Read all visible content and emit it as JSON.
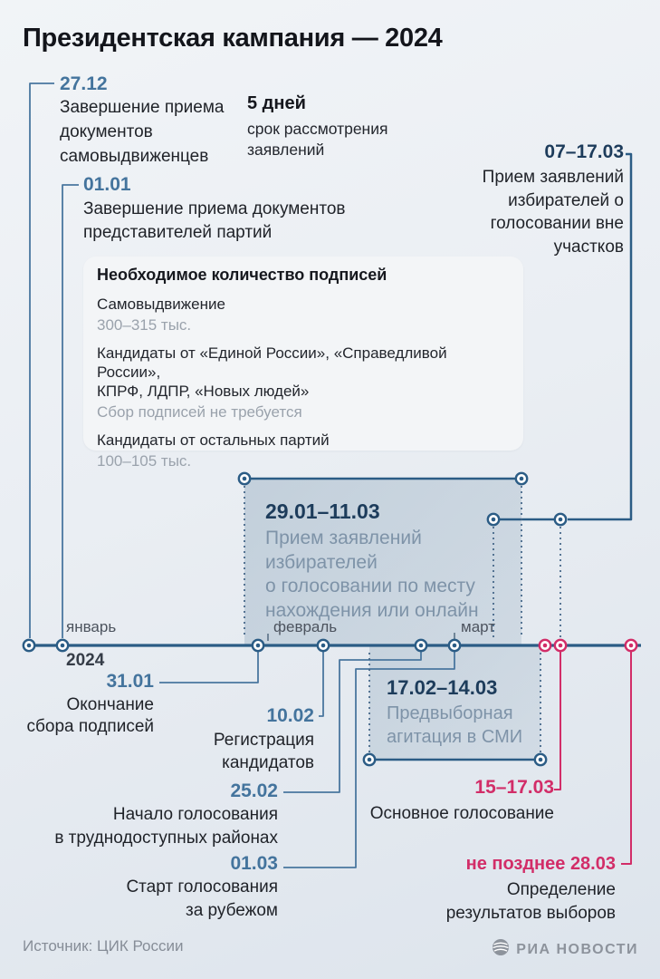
{
  "title": "Президентская кампания — 2024",
  "events": {
    "self_nominees_deadline": {
      "date": "27.12",
      "text": "Завершение приема\nдокументов\nсамовыдвиженцев"
    },
    "review_period": {
      "value": "5 дней",
      "text": "срок рассмотрения\nзаявлений"
    },
    "party_docs_deadline": {
      "date": "01.01",
      "text": "Завершение приема документов\nпредставителей партий"
    },
    "voting_outside_stations": {
      "date": "07–17.03",
      "text": "Прием заявлений\nизбирателей о\nголосовании вне\nучастков"
    },
    "voting_by_location": {
      "date": "29.01–11.03",
      "text": "Прием заявлений\nизбирателей\nо голосовании по месту\nнахождения или онлайн"
    },
    "signatures_end": {
      "date": "31.01",
      "text": "Окончание\nсбора подписей"
    },
    "candidates_registration": {
      "date": "10.02",
      "text": "Регистрация\nкандидатов"
    },
    "remote_areas_voting": {
      "date": "25.02",
      "text": "Начало голосования\nв труднодоступных районах"
    },
    "abroad_voting": {
      "date": "01.03",
      "text": "Старт голосования\nза рубежом"
    },
    "media_campaign": {
      "date": "17.02–14.03",
      "text": "Предвыборная\nагитация в СМИ"
    },
    "main_voting": {
      "date": "15–17.03",
      "text": "Основное голосование"
    },
    "results": {
      "date": "не позднее 28.03",
      "text": "Определение\nрезультатов выборов"
    }
  },
  "signatures_box": {
    "title": "Необходимое количество подписей",
    "items": [
      {
        "label": "Самовыдвижение",
        "value": "300–315 тыс."
      },
      {
        "label": "Кандидаты от «Единой России», «Справедливой России»,\nКПРФ, ЛДПР, «Новых людей»",
        "value": "Сбор подписей не требуется"
      },
      {
        "label": "Кандидаты от остальных партий",
        "value": "100–105 тыс."
      }
    ]
  },
  "timeline": {
    "year": "2024",
    "months": [
      "январь",
      "февраль",
      "март"
    ]
  },
  "footer": {
    "source": "Источник: ЦИК России",
    "brand": "РИА НОВОСТИ"
  },
  "colors": {
    "accent_blue": "#44749d",
    "navy": "#1d3c5b",
    "pink": "#d22d68",
    "timeline": "#2b5c85",
    "muted_blue_gray": "#7e93a8",
    "background": "#eaeef3"
  }
}
